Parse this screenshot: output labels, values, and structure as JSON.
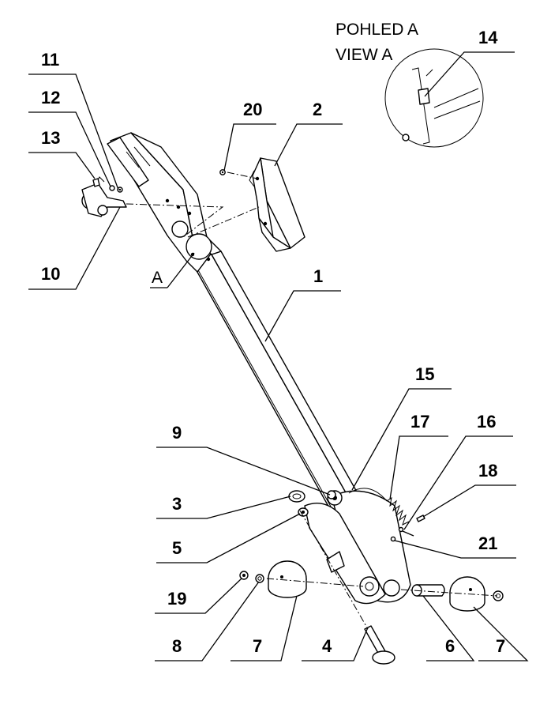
{
  "view": {
    "line1": "POHLED A",
    "line2": "VIEW A",
    "marker": "A"
  },
  "callouts": [
    {
      "id": "c11",
      "label": "11"
    },
    {
      "id": "c12",
      "label": "12"
    },
    {
      "id": "c13",
      "label": "13"
    },
    {
      "id": "c10",
      "label": "10"
    },
    {
      "id": "c20",
      "label": "20"
    },
    {
      "id": "c2",
      "label": "2"
    },
    {
      "id": "c14",
      "label": "14"
    },
    {
      "id": "c1",
      "label": "1"
    },
    {
      "id": "c15",
      "label": "15"
    },
    {
      "id": "c17",
      "label": "17"
    },
    {
      "id": "c16",
      "label": "16"
    },
    {
      "id": "c18",
      "label": "18"
    },
    {
      "id": "c21",
      "label": "21"
    },
    {
      "id": "c9",
      "label": "9"
    },
    {
      "id": "c3",
      "label": "3"
    },
    {
      "id": "c5",
      "label": "5"
    },
    {
      "id": "c19",
      "label": "19"
    },
    {
      "id": "c8",
      "label": "8"
    },
    {
      "id": "c7a",
      "label": "7"
    },
    {
      "id": "c4",
      "label": "4"
    },
    {
      "id": "c6",
      "label": "6"
    },
    {
      "id": "c7b",
      "label": "7"
    }
  ]
}
